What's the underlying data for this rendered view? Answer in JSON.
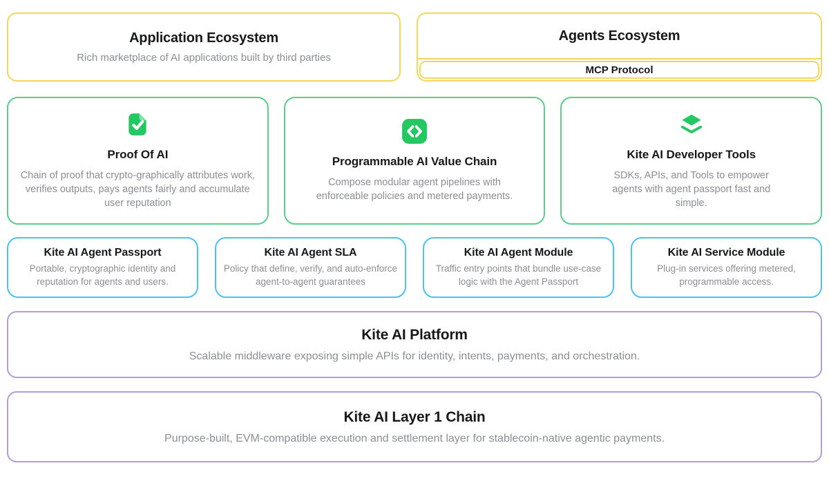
{
  "colors": {
    "yellow": "#f2d75c",
    "green_border": "#58ce8d",
    "green_icon": "#23c863",
    "green_icon_light": "#7ce3a8",
    "blue": "#48c2f3",
    "purple": "#b19ddd",
    "title_text": "#17181a",
    "body_text": "#8b8e93"
  },
  "top_row": {
    "application_ecosystem": {
      "title": "Application Ecosystem",
      "subtitle": "Rich marketplace of AI applications built by third parties"
    },
    "agents_ecosystem": {
      "title": "Agents Ecosystem",
      "protocol_label": "MCP Protocol"
    }
  },
  "feature_cards": [
    {
      "icon": "check-file-icon",
      "title": "Proof Of AI",
      "body": "Chain of proof that crypto-graphically attributes work, verifies outputs, pays agents fairly and accumulate user reputation"
    },
    {
      "icon": "code-icon",
      "title": "Programmable AI Value Chain",
      "body": "Compose modular agent pipelines with enforceable policies and metered payments."
    },
    {
      "icon": "layers-icon",
      "title": "Kite AI Developer Tools",
      "body": "SDKs, APIs, and Tools to empower agents with agent passport fast and simple."
    }
  ],
  "module_cards": [
    {
      "title": "Kite AI Agent Passport",
      "body": "Portable, cryptographic identity and reputation for agents and users."
    },
    {
      "title": "Kite AI Agent SLA",
      "body": "Policy that define, verify, and auto-enforce agent-to-agent guarantees"
    },
    {
      "title": "Kite AI Agent Module",
      "body": "Traffic entry points that bundle use-case logic with the Agent Passport"
    },
    {
      "title": "Kite AI Service Module",
      "body": "Plug-in services offering metered, programmable access."
    }
  ],
  "platform_band": {
    "title": "Kite AI Platform",
    "subtitle": "Scalable middleware exposing simple APIs for identity, intents, payments, and orchestration."
  },
  "chain_band": {
    "title": "Kite AI Layer 1 Chain",
    "subtitle": "Purpose-built, EVM-compatible execution and settlement layer for stablecoin-native agentic payments."
  }
}
